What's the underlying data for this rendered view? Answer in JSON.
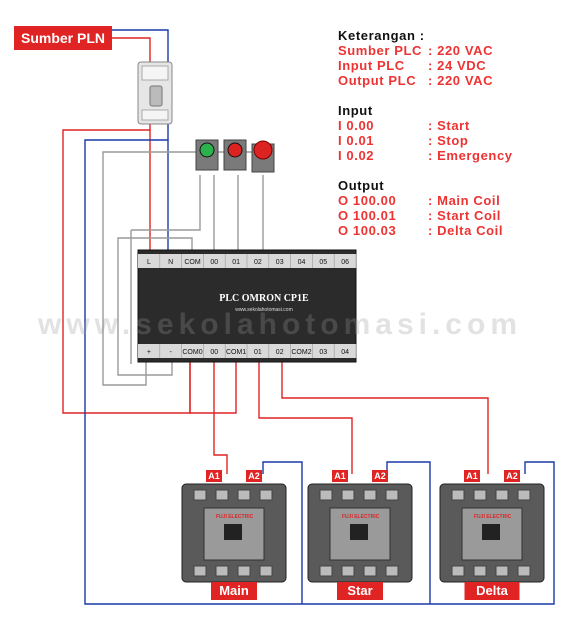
{
  "source_tag": "Sumber PLN",
  "legend": {
    "title": "Keterangan :",
    "specs": [
      {
        "key": "Sumber PLC",
        "value": ": 220 VAC"
      },
      {
        "key": "Input PLC",
        "value": ": 24 VDC"
      },
      {
        "key": "Output PLC",
        "value": ": 220 VAC"
      }
    ],
    "input_title": "Input",
    "inputs": [
      {
        "key": "I 0.00",
        "value": ": Start"
      },
      {
        "key": "I 0.01",
        "value": ": Stop"
      },
      {
        "key": "I 0.02",
        "value": ": Emergency"
      }
    ],
    "output_title": "Output",
    "outputs": [
      {
        "key": "O 100.00",
        "value": ": Main Coil"
      },
      {
        "key": "O 100.01",
        "value": ": Start Coil"
      },
      {
        "key": "O 100.03",
        "value": ": Delta Coil"
      }
    ]
  },
  "plc": {
    "model": "PLC OMRON CP1E",
    "website": "www.sekolahotomasi.com",
    "top_terminals": [
      "L",
      "N",
      "COM",
      "00",
      "01",
      "02",
      "03",
      "04",
      "05",
      "06"
    ],
    "bottom_terminals": [
      "+",
      "-",
      "COM0",
      "00",
      "COM1",
      "01",
      "02",
      "COM2",
      "03",
      "04"
    ]
  },
  "watermark": "www.sekolahotomasi.com",
  "contactors": [
    {
      "label": "Main",
      "coil_a1": "A1",
      "coil_a2": "A2",
      "brand": "FUJI ELECTRIC"
    },
    {
      "label": "Star",
      "coil_a1": "A1",
      "coil_a2": "A2",
      "brand": "FUJI ELECTRIC"
    },
    {
      "label": "Delta",
      "coil_a1": "A1",
      "coil_a2": "A2",
      "brand": "FUJI ELECTRIC"
    }
  ],
  "colors": {
    "phase": "#e02424",
    "neutral": "#1a3aa8",
    "dc": "#9a9a9a",
    "plc_body": "#2b2b2b",
    "terminal_strip": "#d9d9d9"
  }
}
